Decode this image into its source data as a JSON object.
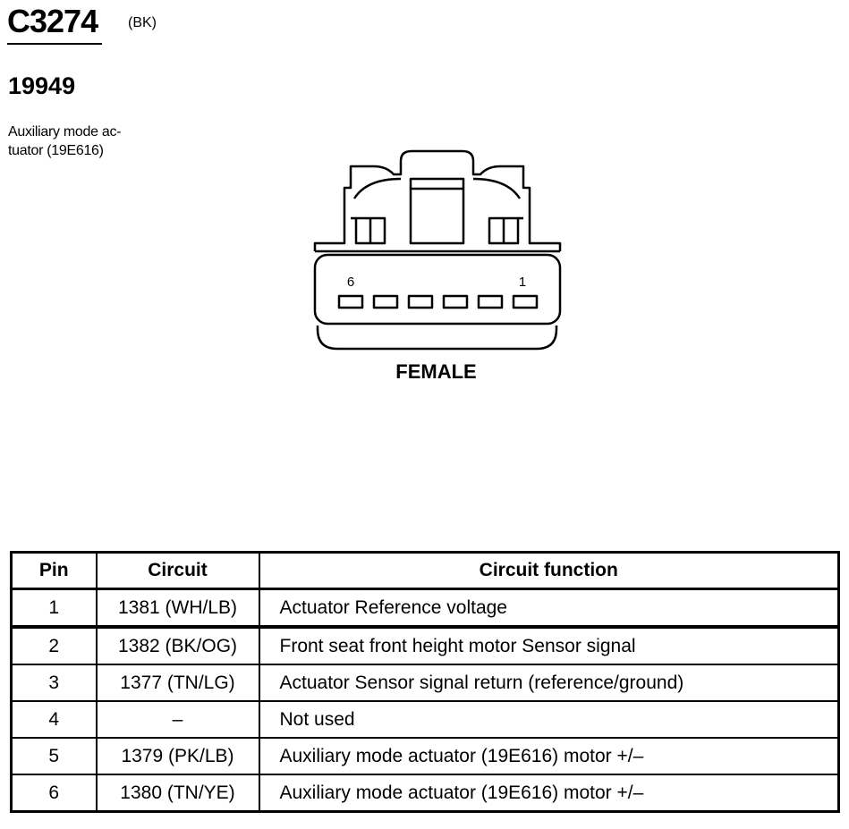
{
  "header": {
    "connector_id": "C3274",
    "color_code": "(BK)",
    "part_number": "19949",
    "component_line1": "Auxiliary mode ac-",
    "component_line2": "tuator (19E616)"
  },
  "connector": {
    "gender": "FEMALE",
    "pin_label_left": "6",
    "pin_label_right": "1",
    "pin_count": 6
  },
  "table": {
    "headers": [
      "Pin",
      "Circuit",
      "Circuit function"
    ],
    "rows": [
      {
        "pin": "1",
        "circuit": "1381 (WH/LB)",
        "function": "Actuator Reference voltage"
      },
      {
        "pin": "2",
        "circuit": "1382 (BK/OG)",
        "function": "Front seat front height motor Sensor signal"
      },
      {
        "pin": "3",
        "circuit": "1377 (TN/LG)",
        "function": "Actuator Sensor signal return (reference/ground)"
      },
      {
        "pin": "4",
        "circuit": "–",
        "function": "Not used"
      },
      {
        "pin": "5",
        "circuit": "1379 (PK/LB)",
        "function": "Auxiliary mode actuator (19E616) motor +/–"
      },
      {
        "pin": "6",
        "circuit": "1380 (TN/YE)",
        "function": "Auxiliary mode actuator (19E616) motor +/–"
      }
    ]
  }
}
